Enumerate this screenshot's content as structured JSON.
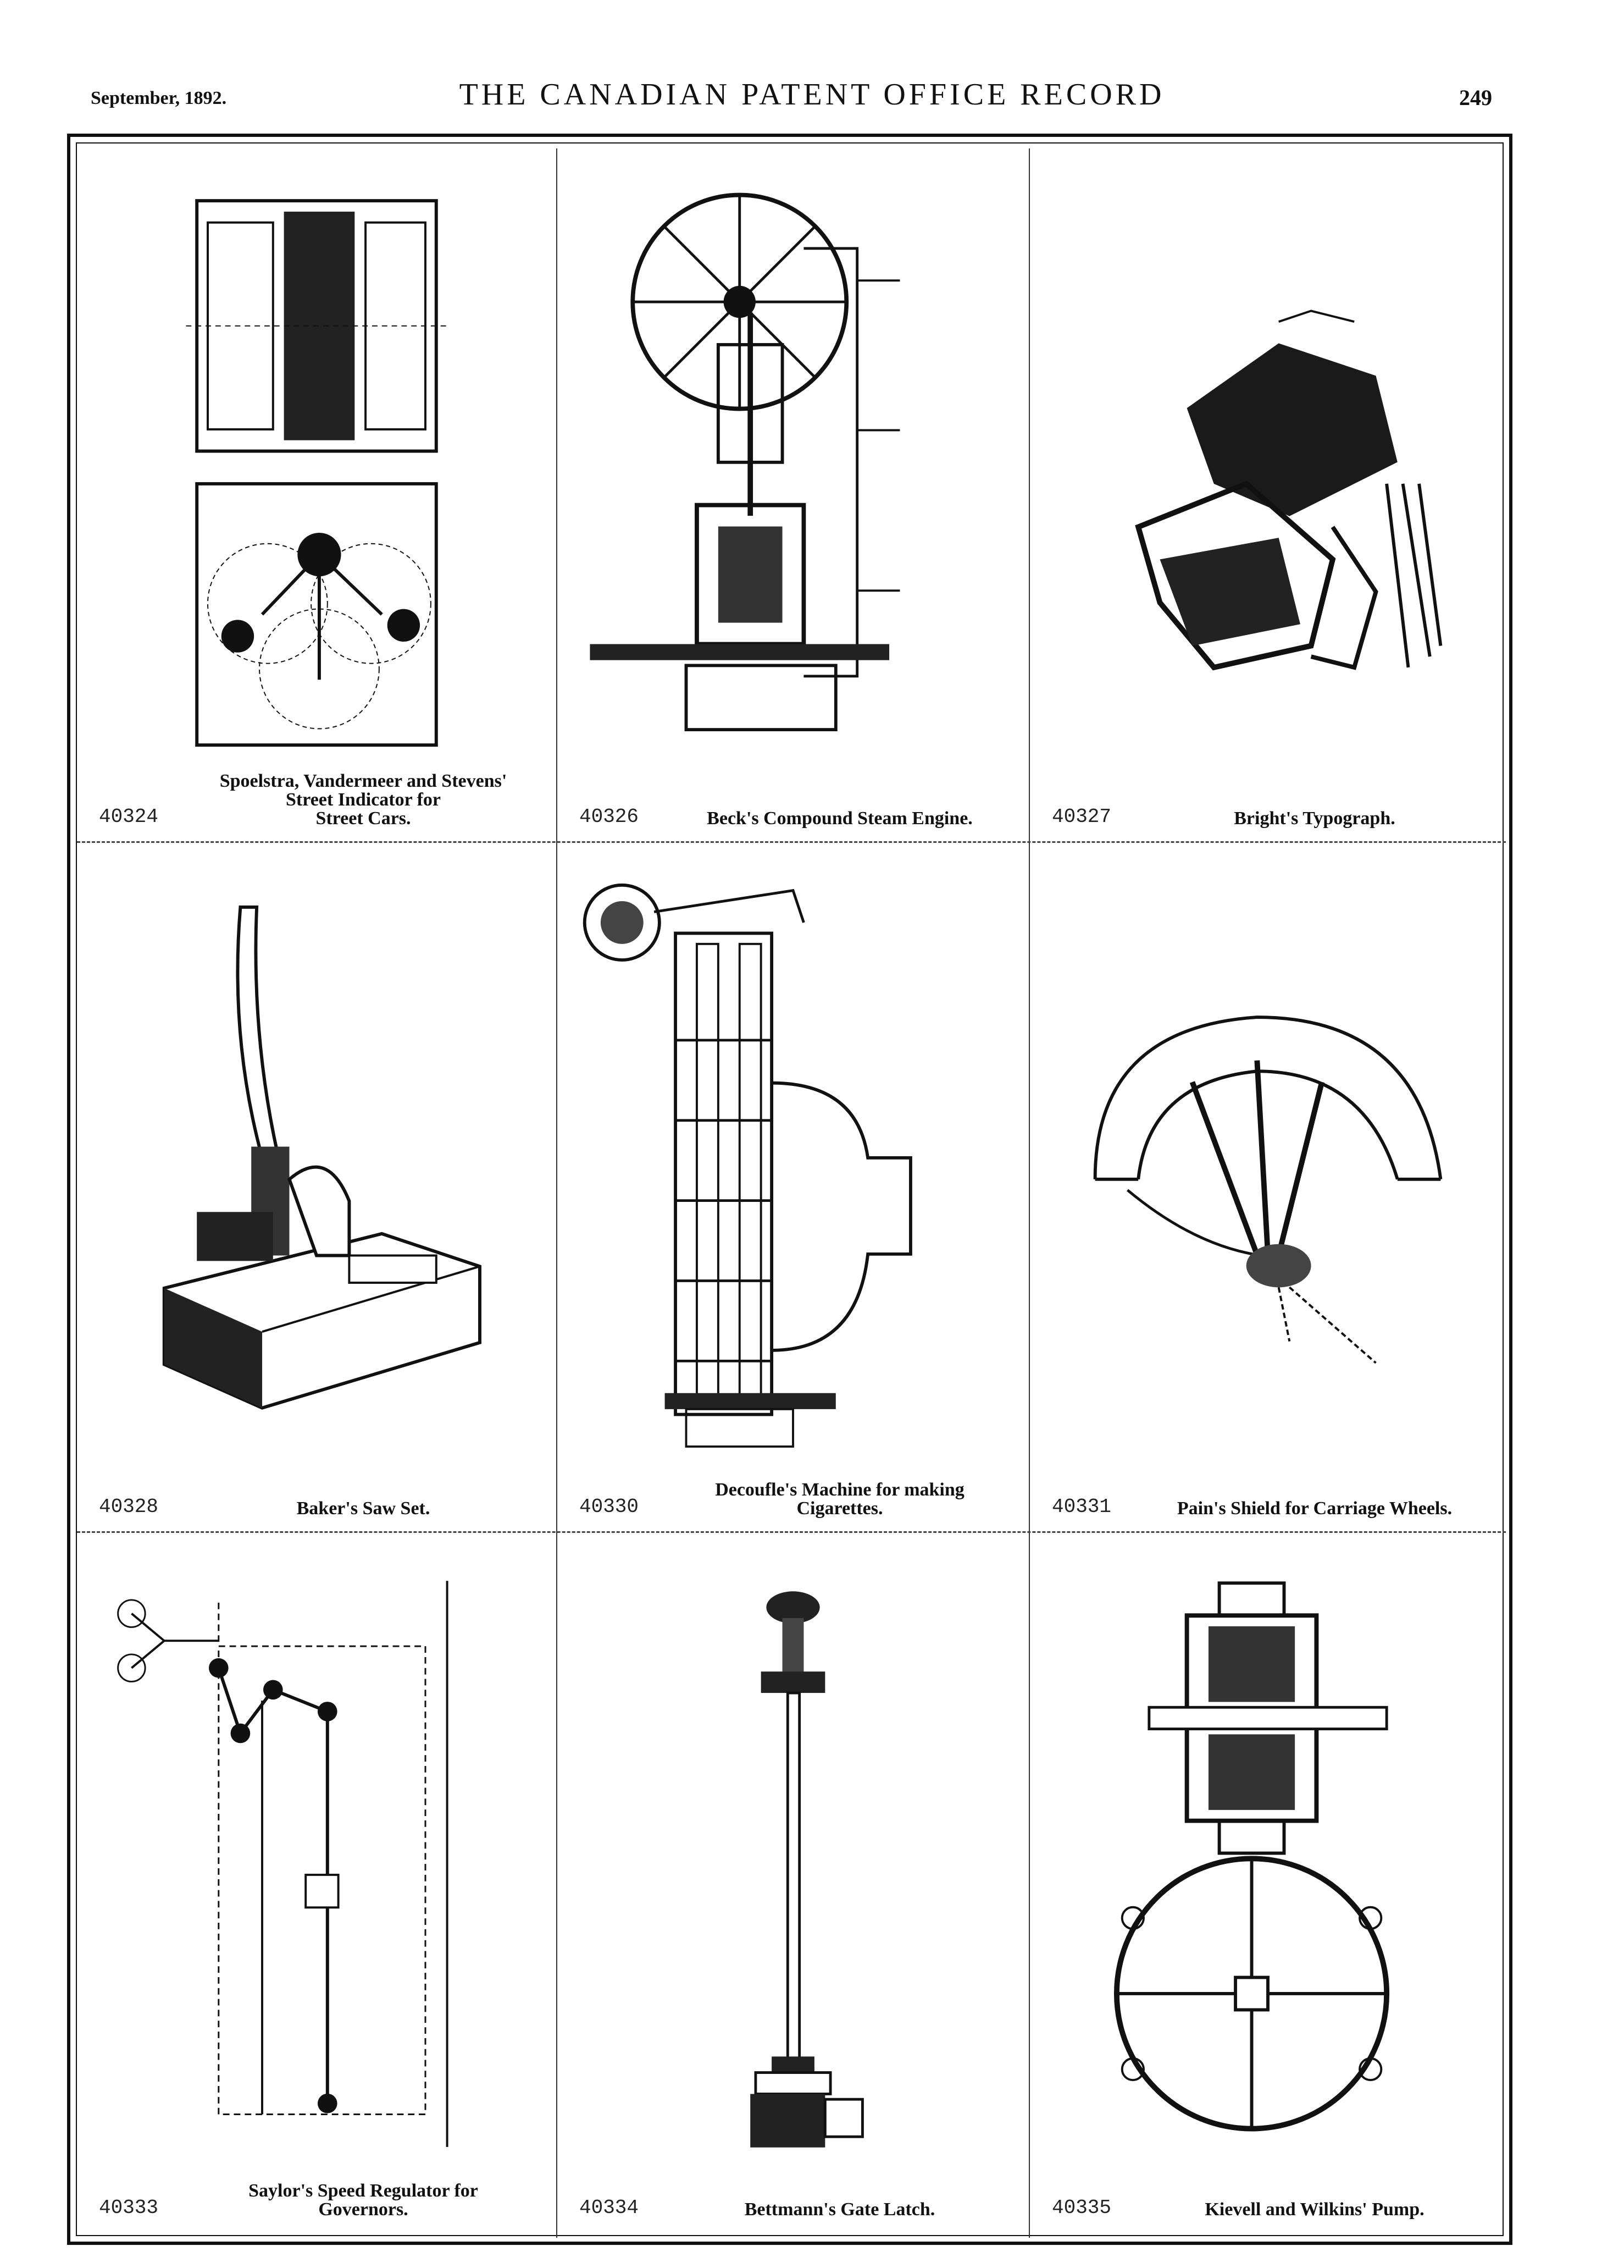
{
  "header": {
    "date": "September, 1892.",
    "title": "THE CANADIAN PATENT OFFICE RECORD",
    "page": "249"
  },
  "patents": [
    {
      "number": "40324",
      "title": "Spoelstra, Vandermeer and Stevens'\nStreet Indicator for\nStreet Cars.",
      "figure": "street-indicator"
    },
    {
      "number": "40326",
      "title": "Beck's Compound Steam Engine.",
      "figure": "steam-engine"
    },
    {
      "number": "40327",
      "title": "Bright's Typograph.",
      "figure": "typograph"
    },
    {
      "number": "40328",
      "title": "Baker's Saw Set.",
      "figure": "saw-set"
    },
    {
      "number": "40330",
      "title": "Decoufle's Machine for making\nCigarettes.",
      "figure": "cigarette-machine"
    },
    {
      "number": "40331",
      "title": "Pain's Shield for Carriage Wheels.",
      "figure": "wheel-shield"
    },
    {
      "number": "40333",
      "title": "Saylor's Speed Regulator for\nGovernors.",
      "figure": "speed-regulator"
    },
    {
      "number": "40334",
      "title": "Bettmann's Gate Latch.",
      "figure": "gate-latch"
    },
    {
      "number": "40335",
      "title": "Kievell and Wilkins' Pump.",
      "figure": "pump"
    }
  ]
}
